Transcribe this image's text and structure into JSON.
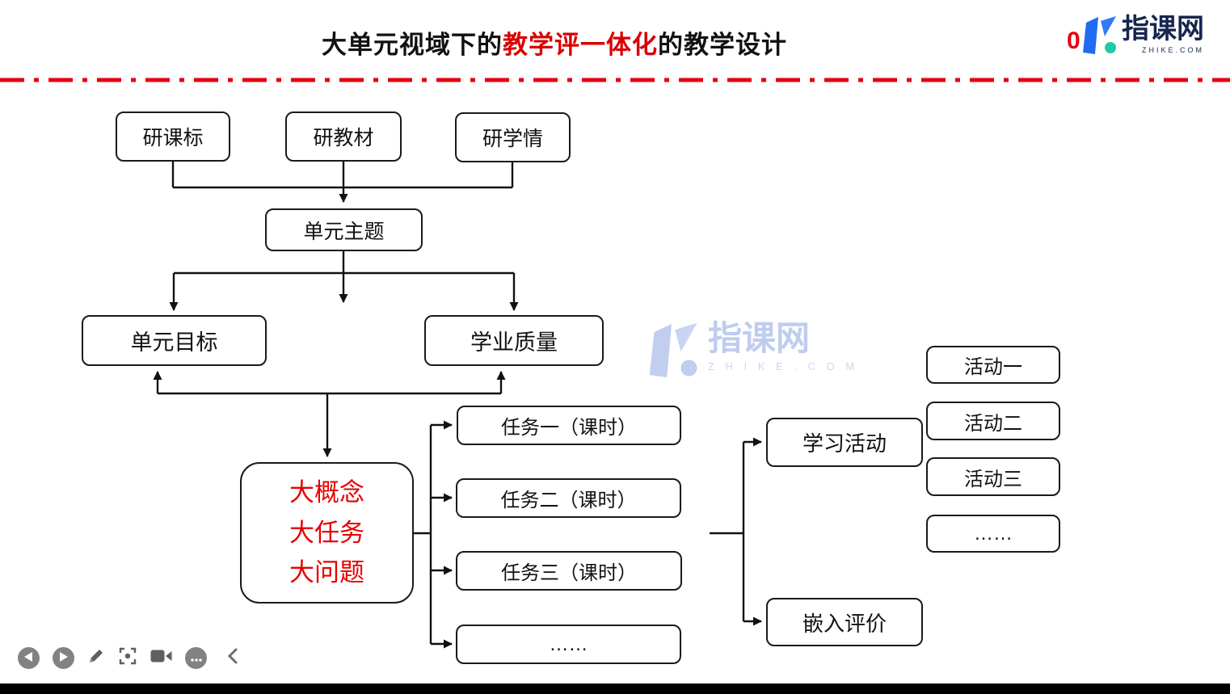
{
  "header": {
    "title": {
      "prefix": "大单元视域下的",
      "highlight": "教学评一体化",
      "suffix": "的教学设计"
    },
    "page_number": "0",
    "logo": {
      "text": "指课网",
      "subtext": "ZHIKE.COM"
    }
  },
  "watermark": {
    "text": "指课网",
    "subtext": "Z H I K E . C O M"
  },
  "nodes": {
    "research_standards": "研课标",
    "research_textbook": "研教材",
    "research_learning": "研学情",
    "unit_theme": "单元主题",
    "unit_goals": "单元目标",
    "academic_quality": "学业质量",
    "big_ideas": {
      "line1": "大概念",
      "line2": "大任务",
      "line3": "大问题"
    },
    "tasks": {
      "t1": "任务一（课时）",
      "t2": "任务二（课时）",
      "t3": "任务三（课时）",
      "more": "……"
    },
    "learning_activities": "学习活动",
    "embedded_evaluation": "嵌入评价",
    "activities": {
      "a1": "活动一",
      "a2": "活动二",
      "a3": "活动三",
      "more": "……"
    }
  },
  "toolbar": {
    "icons": [
      "prev-icon",
      "play-icon",
      "pen-icon",
      "capture-icon",
      "camera-icon",
      "more-icon",
      "collapse-icon"
    ]
  },
  "colors": {
    "accent_red": "#e60012",
    "highlight_red": "#d80000",
    "big_text_red": "#e60000",
    "line_black": "#1a1a1a",
    "watermark_blue": "#b9c8ec",
    "logo_navy": "#16264e",
    "logo_blue": "#1f6bf2",
    "logo_teal": "#1ec9a6"
  }
}
